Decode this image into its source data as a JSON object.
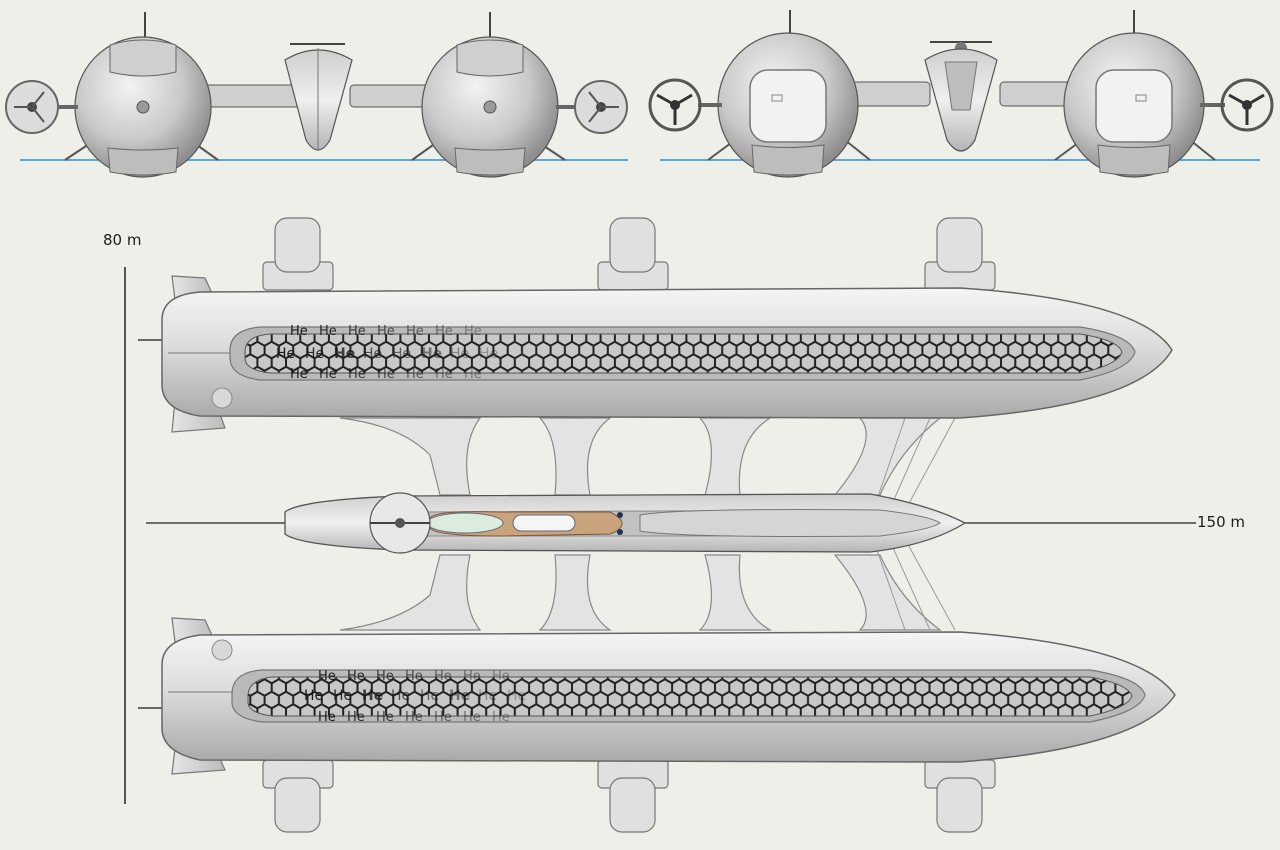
{
  "dimensions": {
    "height_label": "80 m",
    "length_label": "150 m"
  },
  "gas_label": "He",
  "colors": {
    "paper": "#efefea",
    "hull": "#d9d9d9",
    "hull_light": "#ececec",
    "hull_shadow": "#b8b8b8",
    "line": "#3a3a3a",
    "waterline": "#2f8fd6",
    "cell_fill": "#c8c8c8",
    "gondola_tint": "#d9ecde",
    "gondola_deck": "#c9a37c"
  },
  "views": [
    "front-view",
    "rear-view",
    "top-view"
  ]
}
